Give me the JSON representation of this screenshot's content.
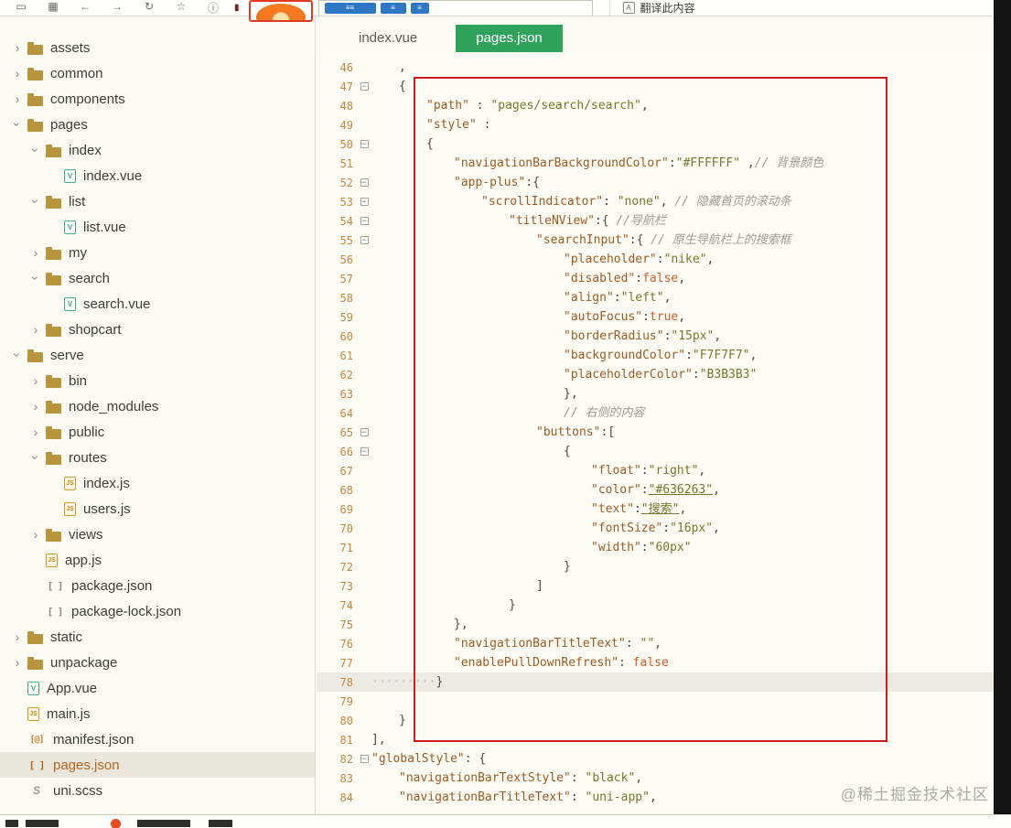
{
  "topbar": {
    "icons": [
      {
        "name": "monitor-icon",
        "glyph": "▭"
      },
      {
        "name": "save-icon",
        "glyph": "▦"
      },
      {
        "name": "back-icon",
        "glyph": "←"
      },
      {
        "name": "forward-icon",
        "glyph": "→"
      },
      {
        "name": "refresh-icon",
        "glyph": "↻"
      },
      {
        "name": "star-icon",
        "glyph": "☆"
      },
      {
        "name": "info-icon",
        "glyph": "ⓘ"
      }
    ],
    "translate_label": "翻译此内容"
  },
  "tabs": [
    {
      "label": "index.vue",
      "active": false
    },
    {
      "label": "pages.json",
      "active": true
    }
  ],
  "sidebar": {
    "items": [
      {
        "label": "assets",
        "type": "folder",
        "icon": "folder",
        "level": 0,
        "expanded": false
      },
      {
        "label": "common",
        "type": "folder",
        "icon": "folder",
        "level": 0,
        "expanded": false
      },
      {
        "label": "components",
        "type": "folder",
        "icon": "folder",
        "level": 0,
        "expanded": false
      },
      {
        "label": "pages",
        "type": "folder",
        "icon": "folder",
        "level": 0,
        "expanded": true
      },
      {
        "label": "index",
        "type": "folder",
        "icon": "folder",
        "level": 1,
        "expanded": true
      },
      {
        "label": "index.vue",
        "type": "file",
        "icon": "vue",
        "level": 2
      },
      {
        "label": "list",
        "type": "folder",
        "icon": "folder",
        "level": 1,
        "expanded": true
      },
      {
        "label": "list.vue",
        "type": "file",
        "icon": "vue",
        "level": 2
      },
      {
        "label": "my",
        "type": "folder",
        "icon": "folder",
        "level": 1,
        "expanded": false
      },
      {
        "label": "search",
        "type": "folder",
        "icon": "folder",
        "level": 1,
        "expanded": true
      },
      {
        "label": "search.vue",
        "type": "file",
        "icon": "vue",
        "level": 2
      },
      {
        "label": "shopcart",
        "type": "folder",
        "icon": "folder",
        "level": 1,
        "expanded": false
      },
      {
        "label": "serve",
        "type": "folder",
        "icon": "folder",
        "level": 0,
        "expanded": true
      },
      {
        "label": "bin",
        "type": "folder",
        "icon": "folder",
        "level": 1,
        "expanded": false
      },
      {
        "label": "node_modules",
        "type": "folder",
        "icon": "folder",
        "level": 1,
        "expanded": false
      },
      {
        "label": "public",
        "type": "folder",
        "icon": "folder",
        "level": 1,
        "expanded": false
      },
      {
        "label": "routes",
        "type": "folder",
        "icon": "folder",
        "level": 1,
        "expanded": true
      },
      {
        "label": "index.js",
        "type": "file",
        "icon": "js",
        "level": 2
      },
      {
        "label": "users.js",
        "type": "file",
        "icon": "js",
        "level": 2
      },
      {
        "label": "views",
        "type": "folder",
        "icon": "folder",
        "level": 1,
        "expanded": false
      },
      {
        "label": "app.js",
        "type": "file",
        "icon": "js",
        "level": 1
      },
      {
        "label": "package.json",
        "type": "file",
        "icon": "json",
        "level": 1
      },
      {
        "label": "package-lock.json",
        "type": "file",
        "icon": "json",
        "level": 1
      },
      {
        "label": "static",
        "type": "folder",
        "icon": "folder",
        "level": 0,
        "expanded": false
      },
      {
        "label": "unpackage",
        "type": "folder",
        "icon": "folder",
        "level": 0,
        "expanded": false
      },
      {
        "label": "App.vue",
        "type": "file",
        "icon": "vue",
        "level": 0
      },
      {
        "label": "main.js",
        "type": "file",
        "icon": "js",
        "level": 0
      },
      {
        "label": "manifest.json",
        "type": "file",
        "icon": "manifest",
        "level": 0
      },
      {
        "label": "pages.json",
        "type": "file",
        "icon": "json",
        "level": 0,
        "selected": true
      },
      {
        "label": "uni.scss",
        "type": "file",
        "icon": "scss",
        "level": 0
      }
    ]
  },
  "editor": {
    "lines": [
      {
        "num": 46,
        "indent": 1,
        "tokens": [
          {
            "t": "p",
            "v": ","
          }
        ]
      },
      {
        "num": 47,
        "indent": 1,
        "fold": true,
        "tokens": [
          {
            "t": "p",
            "v": "{"
          }
        ]
      },
      {
        "num": 48,
        "indent": 2,
        "tokens": [
          {
            "t": "k",
            "v": "\"path\""
          },
          {
            "t": "p",
            "v": " : "
          },
          {
            "t": "s",
            "v": "\"pages/search/search\""
          },
          {
            "t": "p",
            "v": ","
          }
        ]
      },
      {
        "num": 49,
        "indent": 2,
        "tokens": [
          {
            "t": "k",
            "v": "\"style\""
          },
          {
            "t": "p",
            "v": " : "
          }
        ]
      },
      {
        "num": 50,
        "indent": 2,
        "fold": true,
        "tokens": [
          {
            "t": "p",
            "v": "{"
          }
        ]
      },
      {
        "num": 51,
        "indent": 3,
        "tokens": [
          {
            "t": "k",
            "v": "\"navigationBarBackgroundColor\""
          },
          {
            "t": "p",
            "v": ":"
          },
          {
            "t": "s",
            "v": "\"#FFFFFF\""
          },
          {
            "t": "p",
            "v": " ,"
          },
          {
            "t": "c",
            "v": "// 背景颜色"
          }
        ]
      },
      {
        "num": 52,
        "indent": 3,
        "fold": true,
        "tokens": [
          {
            "t": "k",
            "v": "\"app-plus\""
          },
          {
            "t": "p",
            "v": ":{"
          }
        ]
      },
      {
        "num": 53,
        "indent": 4,
        "fold": true,
        "tokens": [
          {
            "t": "k",
            "v": "\"scrollIndicator\""
          },
          {
            "t": "p",
            "v": ": "
          },
          {
            "t": "s",
            "v": "\"none\""
          },
          {
            "t": "p",
            "v": ", "
          },
          {
            "t": "c",
            "v": "// 隐藏首页的滚动条"
          }
        ]
      },
      {
        "num": 54,
        "indent": 5,
        "fold": true,
        "tokens": [
          {
            "t": "k",
            "v": "\"titleNView\""
          },
          {
            "t": "p",
            "v": ":{ "
          },
          {
            "t": "c",
            "v": "//导航栏"
          }
        ]
      },
      {
        "num": 55,
        "indent": 6,
        "fold": true,
        "tokens": [
          {
            "t": "k",
            "v": "\"searchInput\""
          },
          {
            "t": "p",
            "v": ":{ "
          },
          {
            "t": "c",
            "v": "// 原生导航栏上的搜索框"
          }
        ]
      },
      {
        "num": 56,
        "indent": 7,
        "tokens": [
          {
            "t": "k",
            "v": "\"placeholder\""
          },
          {
            "t": "p",
            "v": ":"
          },
          {
            "t": "s",
            "v": "\"nike\""
          },
          {
            "t": "p",
            "v": ","
          }
        ]
      },
      {
        "num": 57,
        "indent": 7,
        "tokens": [
          {
            "t": "k",
            "v": "\"disabled\""
          },
          {
            "t": "p",
            "v": ":"
          },
          {
            "t": "b",
            "v": "false"
          },
          {
            "t": "p",
            "v": ","
          }
        ]
      },
      {
        "num": 58,
        "indent": 7,
        "tokens": [
          {
            "t": "k",
            "v": "\"align\""
          },
          {
            "t": "p",
            "v": ":"
          },
          {
            "t": "s",
            "v": "\"left\""
          },
          {
            "t": "p",
            "v": ","
          }
        ]
      },
      {
        "num": 59,
        "indent": 7,
        "tokens": [
          {
            "t": "k",
            "v": "\"autoFocus\""
          },
          {
            "t": "p",
            "v": ":"
          },
          {
            "t": "b",
            "v": "true"
          },
          {
            "t": "p",
            "v": ","
          }
        ]
      },
      {
        "num": 60,
        "indent": 7,
        "tokens": [
          {
            "t": "k",
            "v": "\"borderRadius\""
          },
          {
            "t": "p",
            "v": ":"
          },
          {
            "t": "s",
            "v": "\"15px\""
          },
          {
            "t": "p",
            "v": ","
          }
        ]
      },
      {
        "num": 61,
        "indent": 7,
        "tokens": [
          {
            "t": "k",
            "v": "\"backgroundColor\""
          },
          {
            "t": "p",
            "v": ":"
          },
          {
            "t": "s",
            "v": "\"F7F7F7\""
          },
          {
            "t": "p",
            "v": ","
          }
        ]
      },
      {
        "num": 62,
        "indent": 7,
        "tokens": [
          {
            "t": "k",
            "v": "\"placeholderColor\""
          },
          {
            "t": "p",
            "v": ":"
          },
          {
            "t": "s",
            "v": "\"B3B3B3\""
          }
        ]
      },
      {
        "num": 63,
        "indent": 7,
        "tokens": [
          {
            "t": "p",
            "v": "},"
          }
        ]
      },
      {
        "num": 64,
        "indent": 7,
        "tokens": [
          {
            "t": "c",
            "v": "// 右侧的内容"
          }
        ]
      },
      {
        "num": 65,
        "indent": 6,
        "fold": true,
        "tokens": [
          {
            "t": "k",
            "v": "\"buttons\""
          },
          {
            "t": "p",
            "v": ":["
          }
        ]
      },
      {
        "num": 66,
        "indent": 7,
        "fold": true,
        "tokens": [
          {
            "t": "p",
            "v": "{"
          }
        ]
      },
      {
        "num": 67,
        "indent": 8,
        "tokens": [
          {
            "t": "k",
            "v": "\"float\""
          },
          {
            "t": "p",
            "v": ":"
          },
          {
            "t": "s",
            "v": "\"right\""
          },
          {
            "t": "p",
            "v": ","
          }
        ]
      },
      {
        "num": 68,
        "indent": 8,
        "tokens": [
          {
            "t": "k",
            "v": "\"color\""
          },
          {
            "t": "p",
            "v": ":"
          },
          {
            "t": "s",
            "v": "\"#636263\"",
            "u": true
          },
          {
            "t": "p",
            "v": ","
          }
        ]
      },
      {
        "num": 69,
        "indent": 8,
        "tokens": [
          {
            "t": "k",
            "v": "\"text\""
          },
          {
            "t": "p",
            "v": ":"
          },
          {
            "t": "s",
            "v": "\"搜索\"",
            "u": true
          },
          {
            "t": "p",
            "v": ","
          }
        ]
      },
      {
        "num": 70,
        "indent": 8,
        "tokens": [
          {
            "t": "k",
            "v": "\"fontSize\""
          },
          {
            "t": "p",
            "v": ":"
          },
          {
            "t": "s",
            "v": "\"16px\""
          },
          {
            "t": "p",
            "v": ","
          }
        ]
      },
      {
        "num": 71,
        "indent": 8,
        "tokens": [
          {
            "t": "k",
            "v": "\"width\""
          },
          {
            "t": "p",
            "v": ":"
          },
          {
            "t": "s",
            "v": "\"60px\""
          }
        ]
      },
      {
        "num": 72,
        "indent": 7,
        "tokens": [
          {
            "t": "p",
            "v": "}"
          }
        ]
      },
      {
        "num": 73,
        "indent": 6,
        "tokens": [
          {
            "t": "p",
            "v": "]"
          }
        ]
      },
      {
        "num": 74,
        "indent": 5,
        "tokens": [
          {
            "t": "p",
            "v": "}"
          }
        ]
      },
      {
        "num": 75,
        "indent": 3,
        "tokens": [
          {
            "t": "p",
            "v": "},"
          }
        ]
      },
      {
        "num": 76,
        "indent": 3,
        "tokens": [
          {
            "t": "k",
            "v": "\"navigationBarTitleText\""
          },
          {
            "t": "p",
            "v": ": "
          },
          {
            "t": "s",
            "v": "\"\""
          },
          {
            "t": "p",
            "v": ","
          }
        ]
      },
      {
        "num": 77,
        "indent": 3,
        "tokens": [
          {
            "t": "k",
            "v": "\"enablePullDownRefresh\""
          },
          {
            "t": "p",
            "v": ": "
          },
          {
            "t": "b",
            "v": "false"
          }
        ]
      },
      {
        "num": 78,
        "indent": 0,
        "highlight": true,
        "tokens": [
          {
            "t": "w",
            "v": "·········"
          },
          {
            "t": "p",
            "v": "}"
          }
        ]
      },
      {
        "num": 79,
        "indent": 0,
        "tokens": []
      },
      {
        "num": 80,
        "indent": 1,
        "tokens": [
          {
            "t": "p",
            "v": "}"
          }
        ]
      },
      {
        "num": 81,
        "indent": 0,
        "tokens": [
          {
            "t": "p",
            "v": "],"
          }
        ]
      },
      {
        "num": 82,
        "indent": 0,
        "fold": true,
        "tokens": [
          {
            "t": "k",
            "v": "\"globalStyle\""
          },
          {
            "t": "p",
            "v": ": {"
          }
        ]
      },
      {
        "num": 83,
        "indent": 1,
        "tokens": [
          {
            "t": "k",
            "v": "\"navigationBarTextStyle\""
          },
          {
            "t": "p",
            "v": ": "
          },
          {
            "t": "s",
            "v": "\"black\""
          },
          {
            "t": "p",
            "v": ","
          }
        ]
      },
      {
        "num": 84,
        "indent": 1,
        "tokens": [
          {
            "t": "k",
            "v": "\"navigationBarTitleText\""
          },
          {
            "t": "p",
            "v": ": "
          },
          {
            "t": "s",
            "v": "\"uni-app\""
          },
          {
            "t": "p",
            "v": ","
          }
        ]
      }
    ]
  },
  "colors": {
    "active_tab_green": "#2FA25C",
    "annotation_red": "#CE1B1B",
    "selected_file_text": "#B5641E",
    "line_number_orange": "#C8863C"
  },
  "watermark": "@稀土掘金技术社区"
}
